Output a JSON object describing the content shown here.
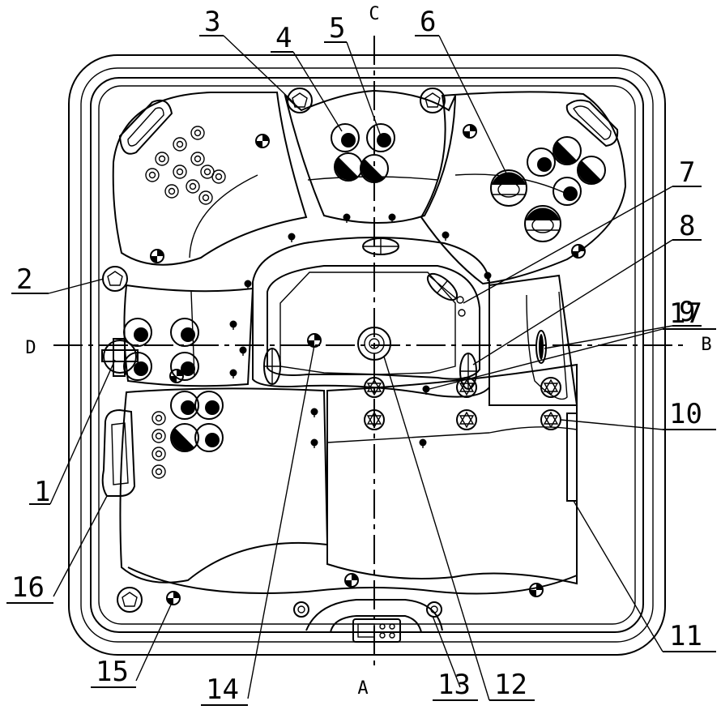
{
  "diagram": {
    "axis_letters": {
      "top": "C",
      "bottom": "A",
      "left": "D",
      "right": "B"
    },
    "callouts": [
      {
        "number": "1"
      },
      {
        "number": "2"
      },
      {
        "number": "3"
      },
      {
        "number": "4"
      },
      {
        "number": "5"
      },
      {
        "number": "6"
      },
      {
        "number": "7"
      },
      {
        "number": "8"
      },
      {
        "number": "9"
      },
      {
        "number": "10"
      },
      {
        "number": "11"
      },
      {
        "number": "12"
      },
      {
        "number": "13"
      },
      {
        "number": "14"
      },
      {
        "number": "15"
      },
      {
        "number": "16"
      },
      {
        "number": "17"
      }
    ],
    "colors": {
      "line": "#000000",
      "background": "#ffffff"
    }
  }
}
